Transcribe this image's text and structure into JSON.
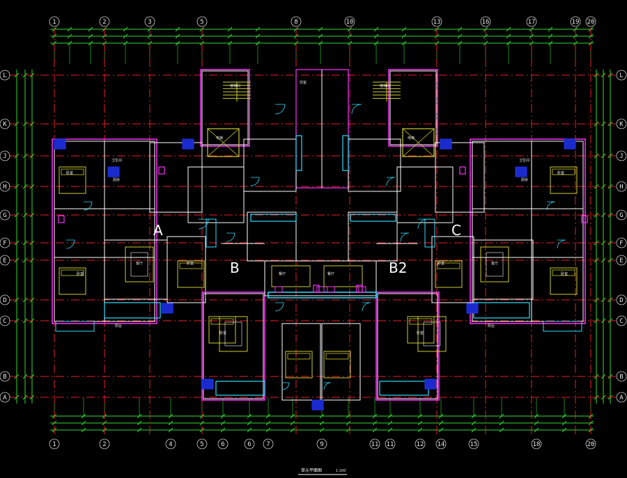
{
  "drawing": {
    "background": "#000000",
    "colors": {
      "axis": "#e8202a",
      "dimension": "#33dd33",
      "wall": "#ffffff",
      "wall_outline": "#ff33ff",
      "window": "#33ddff",
      "furniture": "#cccc33",
      "fixture": "#2233ee",
      "text": "#e6e6e6"
    },
    "units": [
      "A",
      "B",
      "B2",
      "C"
    ],
    "top_axes": [
      "1",
      "2",
      "3",
      "5",
      "8",
      "10",
      "13",
      "16",
      "17",
      "19",
      "20"
    ],
    "bottom_axes": [
      "1",
      "2",
      "4",
      "5",
      "6",
      "6",
      "7",
      "9",
      "11",
      "11",
      "12",
      "14",
      "15",
      "18",
      "20"
    ],
    "row_axes": [
      "L",
      "K",
      "J",
      "H",
      "G",
      "F",
      "E",
      "D",
      "C",
      "B",
      "A"
    ],
    "room_labels": [
      "卧室",
      "卫生间",
      "厨房",
      "客厅",
      "餐厅",
      "阳台",
      "电梯",
      "楼梯间",
      "前室"
    ],
    "plan_title": "单元平面图",
    "scale": "1:100"
  }
}
